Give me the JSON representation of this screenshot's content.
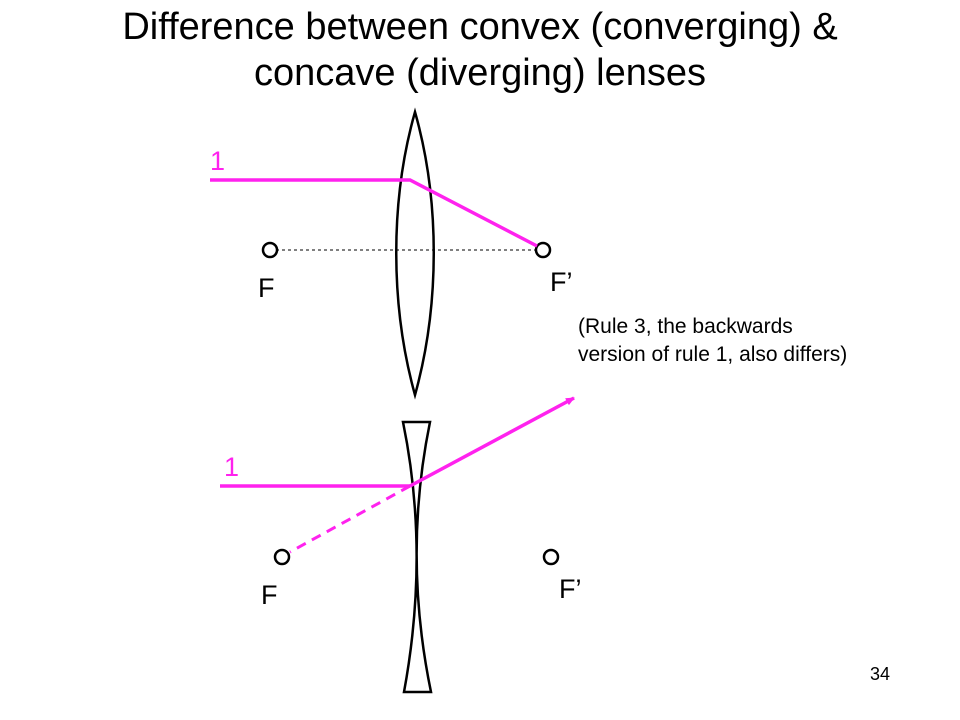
{
  "title": {
    "line1": "Difference between convex (converging) &",
    "line2": "concave (diverging) lenses"
  },
  "convex": {
    "ray_label": "1",
    "focal_left_label": "F",
    "focal_right_label": "F’"
  },
  "concave": {
    "ray_label": "1",
    "focal_left_label": "F",
    "focal_right_label": "F’"
  },
  "note": {
    "line1": "(Rule 3, the backwards",
    "line2": "version of rule 1, also differs)"
  },
  "slide_number": "34",
  "colors": {
    "ray": "#ff22ee",
    "lens": "#000000",
    "axis": "#000000"
  }
}
